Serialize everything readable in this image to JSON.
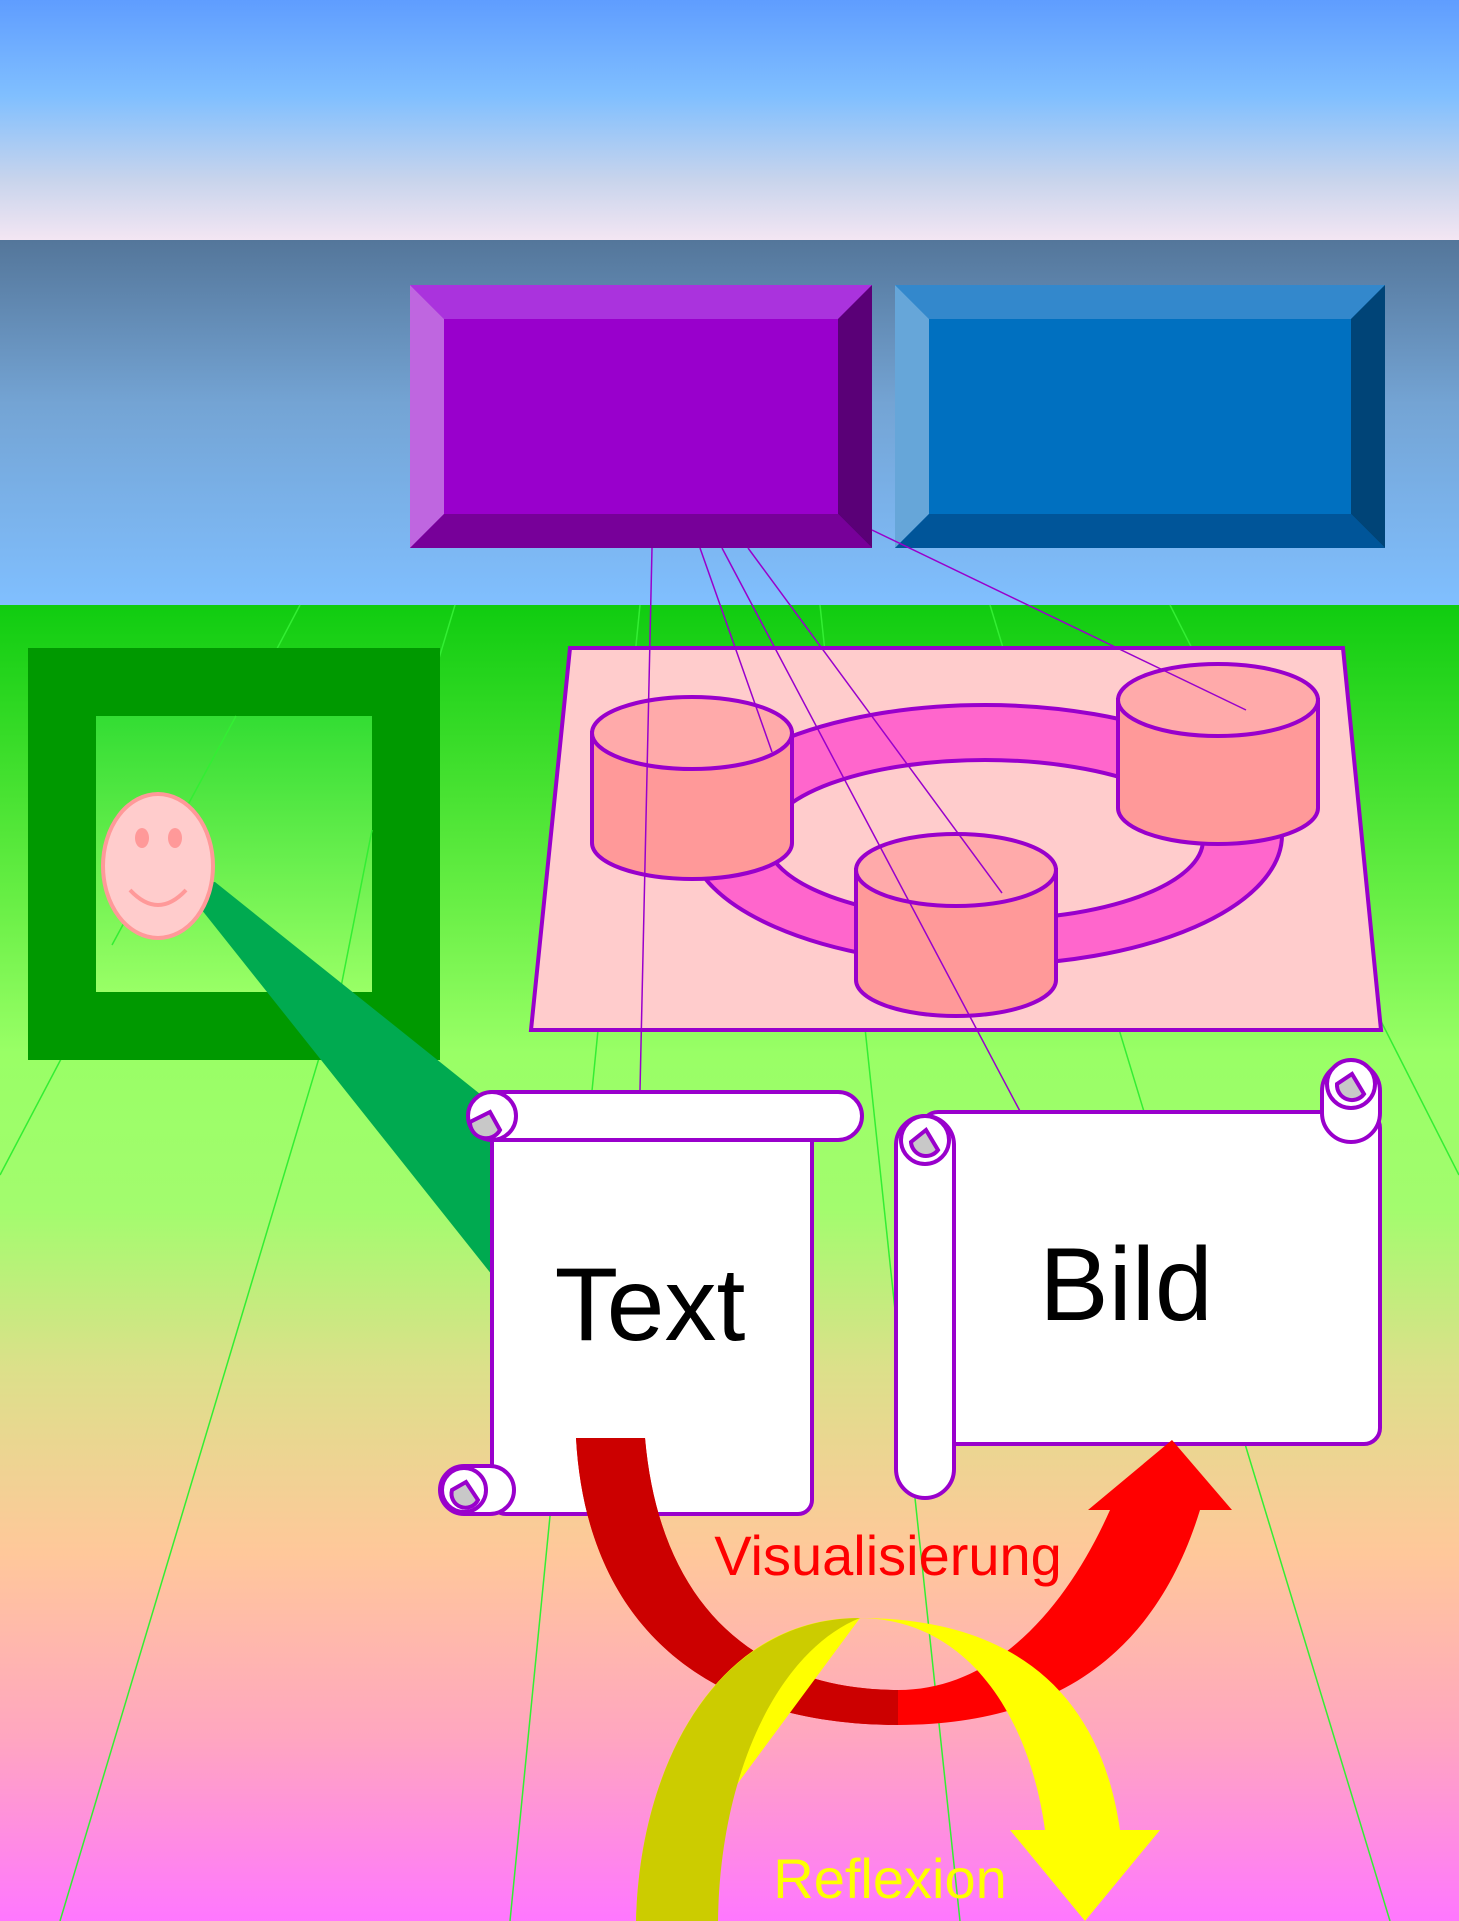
{
  "labels": {
    "scroll_text": "Text",
    "scroll_image": "Bild",
    "arrow_visualize": "Visualisierung",
    "arrow_reflect": "Reflexion"
  },
  "colors": {
    "sky_top": "#5F9DFF",
    "sky_light": "#80BFFF",
    "sky_pale": "#F3E6F3",
    "band_top": "#54769A",
    "band_bottom": "#80BFFF",
    "ground_green": "#10CC10",
    "ground_lightgreen": "#99FF66",
    "ground_peach": "#FFC89A",
    "ground_pink": "#FF77FF",
    "purple_box": "#9900CC",
    "blue_box": "#0070C0",
    "frame_green": "#009900",
    "beam_green": "#00AA50",
    "platform_pink": "#FFCCCC",
    "ring_magenta": "#FF66CC",
    "cylinder_salmon": "#FF9999",
    "outline_purple": "#9900CC",
    "arrow_red": "#FF0000",
    "arrow_darkred": "#CC0000",
    "arrow_yellow": "#FFFF00",
    "arrow_olive": "#CCCC00",
    "label_red": "#FF0000",
    "label_yellow": "#FFFF00"
  },
  "icons": [
    "smiley-face-icon",
    "scroll-icon",
    "cylinder-icon",
    "curved-arrow-icon"
  ]
}
